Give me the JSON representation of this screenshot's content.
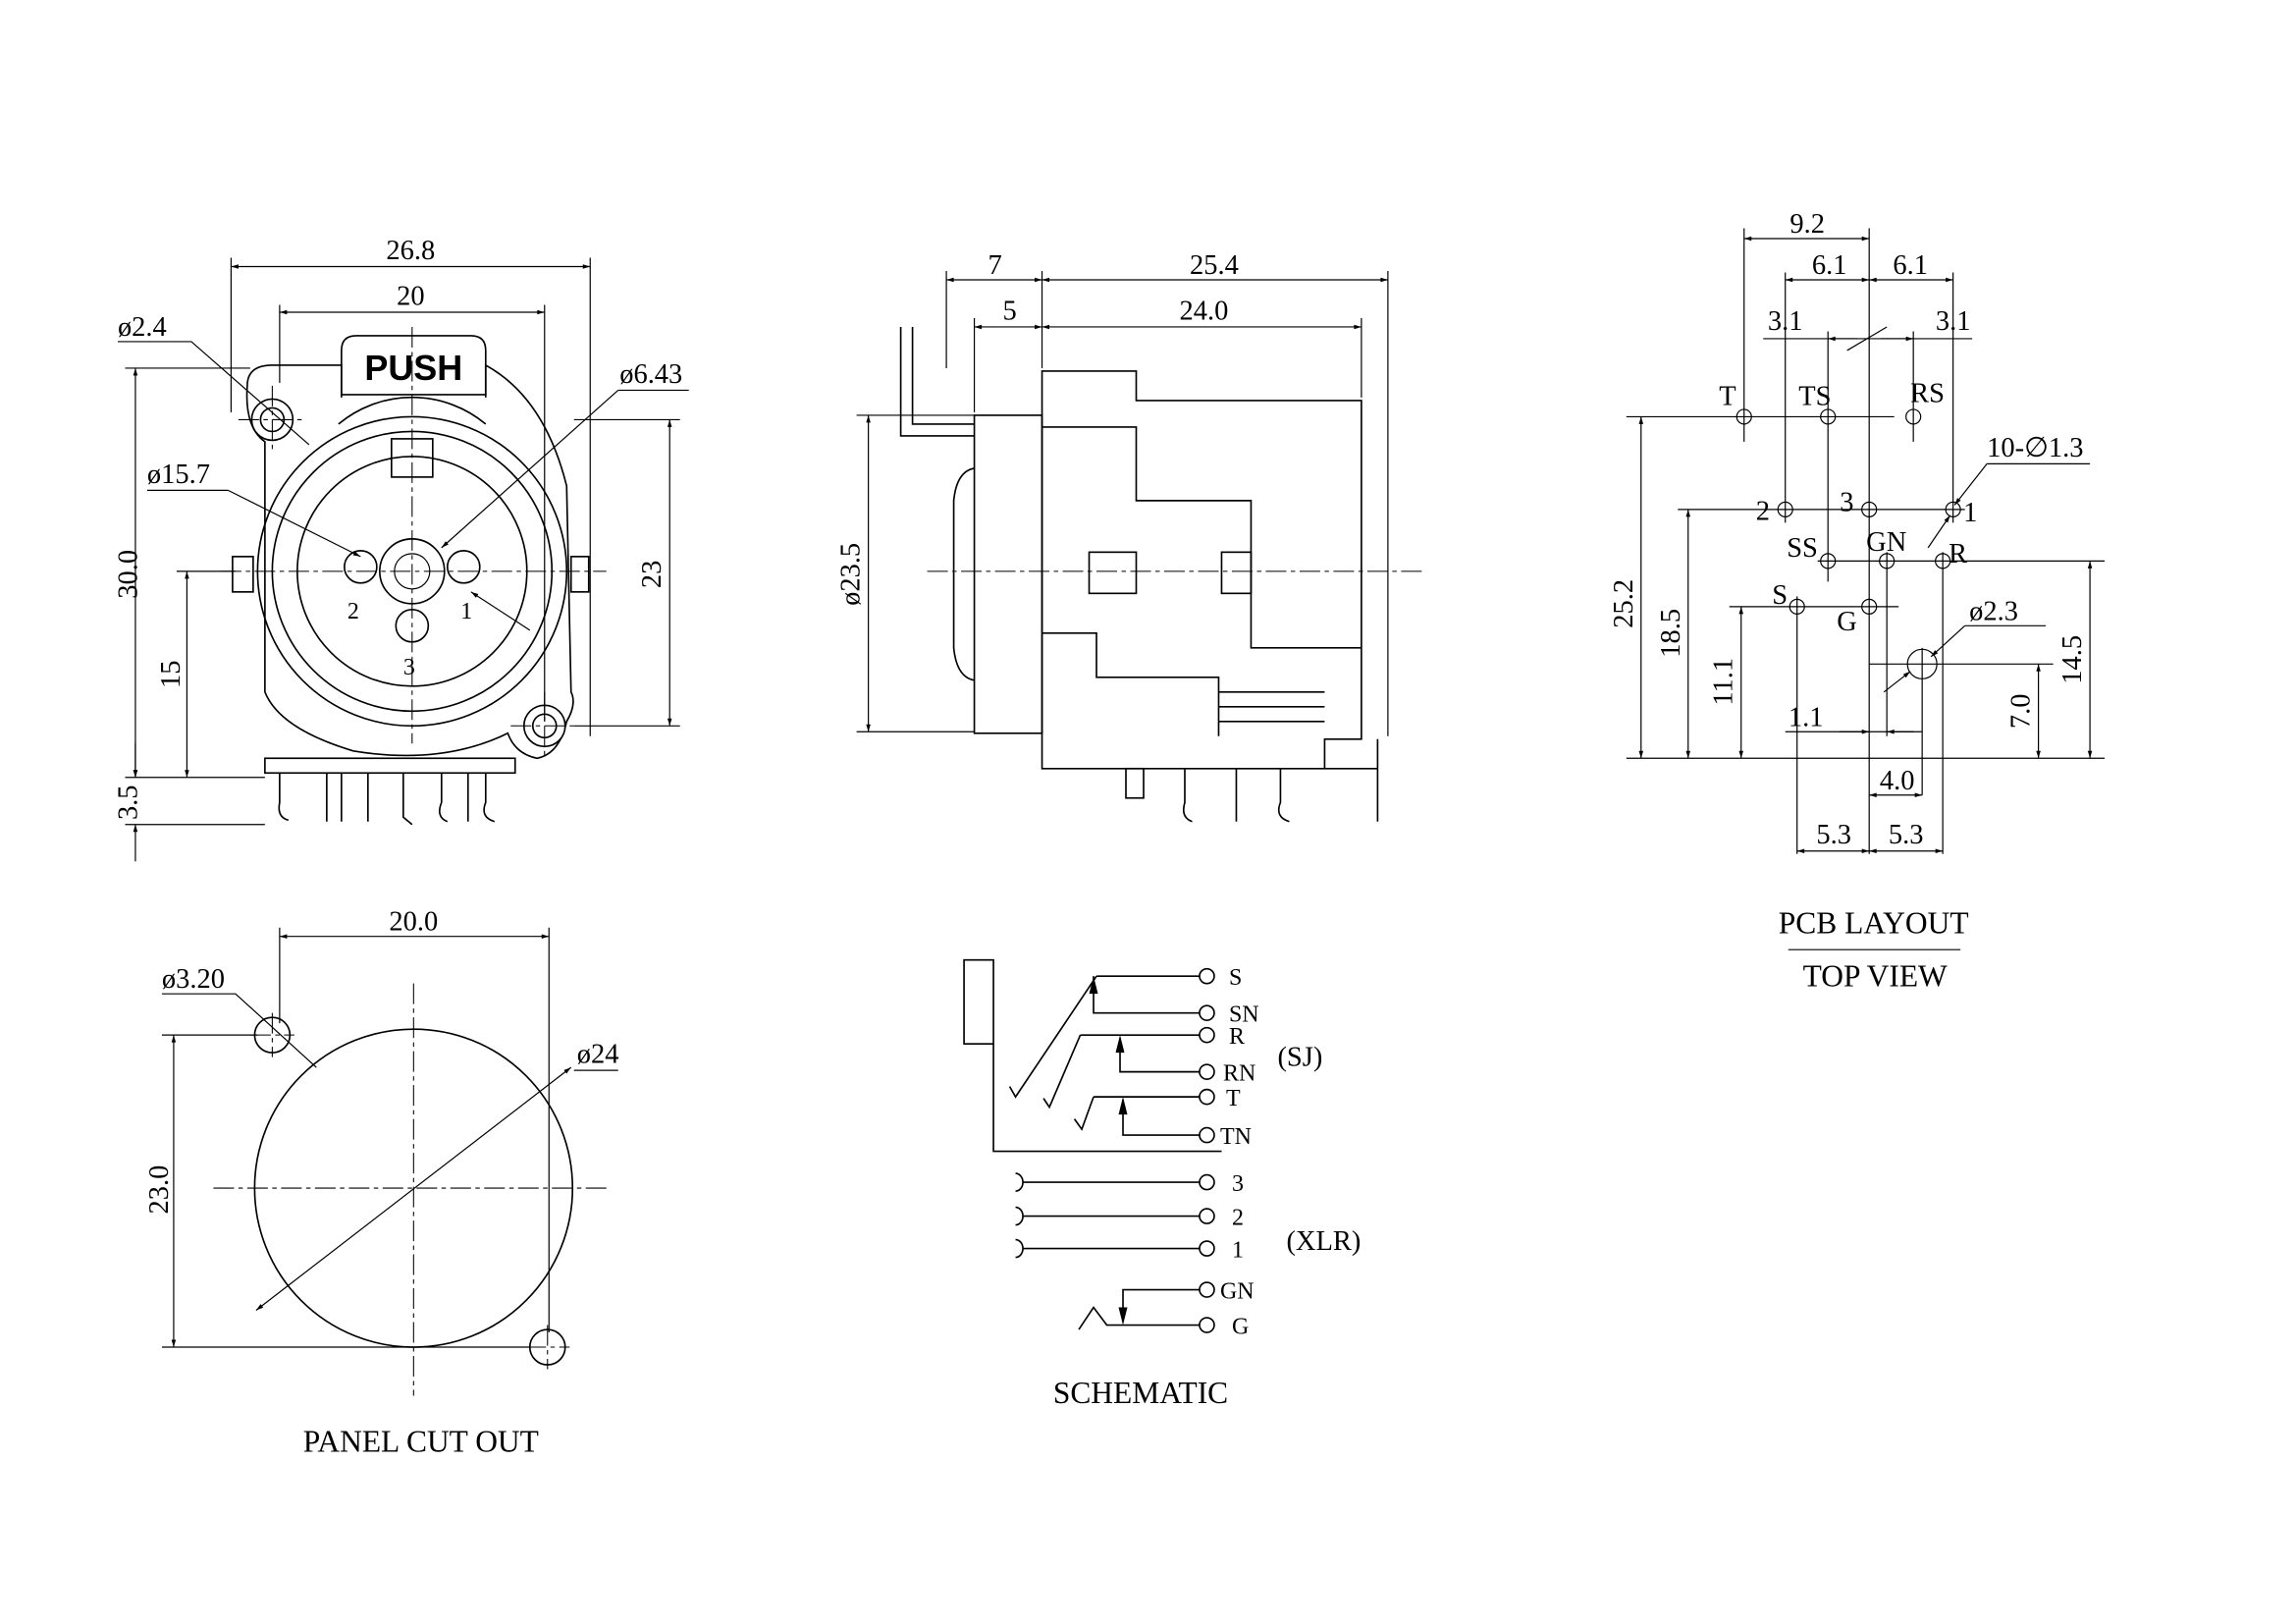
{
  "front_view": {
    "push_label": "PUSH",
    "width_overall": "26.8",
    "hole_spacing": "20",
    "mount_hole_dia": "ø2.4",
    "center_dia": "ø6.43",
    "jack_dia": "ø15.7",
    "height_overall": "30.0",
    "vertical_spacing": "23",
    "center_height": "15",
    "pin_length": "3.5",
    "pin_labels": [
      "2",
      "1",
      "3"
    ]
  },
  "side_view": {
    "front_depth": "7",
    "total_depth": "25.4",
    "flange_offset": "5",
    "body_depth": "24.0",
    "body_dia": "ø23.5"
  },
  "panel_cut_out": {
    "title": "PANEL CUT OUT",
    "hole_spacing": "20.0",
    "mount_hole_dia": "ø3.20",
    "cutout_dia": "ø24",
    "vertical_spacing": "23.0"
  },
  "schematic": {
    "title": "SCHEMATIC",
    "sj_terminals": [
      "S",
      "SN",
      "R",
      "RN",
      "T",
      "TN"
    ],
    "xlr_terminals": [
      "3",
      "2",
      "1"
    ],
    "ground_terminals": [
      "GN",
      "G"
    ],
    "sj_group": "(SJ)",
    "xlr_group": "(XLR)"
  },
  "pcb_layout": {
    "title": "PCB LAYOUT",
    "subtitle": "TOP VIEW",
    "pads": [
      "T",
      "TS",
      "RS",
      "2",
      "3",
      "1",
      "SS",
      "GN",
      "R",
      "S",
      "G"
    ],
    "dims": {
      "d_9_2": "9.2",
      "d_6_1_left": "6.1",
      "d_6_1_right": "6.1",
      "d_3_1_left": "3.1",
      "d_3_1_right": "3.1",
      "hole_callout": "10-∅1.3",
      "mount_hole": "ø2.3",
      "d_25_2": "25.2",
      "d_18_5": "18.5",
      "d_11_1": "11.1",
      "d_14_5": "14.5",
      "d_7_0": "7.0",
      "d_1_1": "1.1",
      "d_4_0": "4.0",
      "d_5_3_left": "5.3",
      "d_5_3_right": "5.3"
    }
  }
}
